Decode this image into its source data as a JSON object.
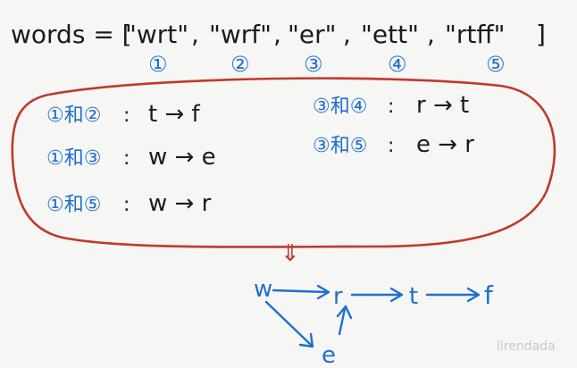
{
  "code_line": {
    "lhs": "words = [",
    "items": [
      "\"wrt\"",
      "\"wrf\"",
      "\"er\"",
      "\"ett\"",
      "\"rtff\""
    ],
    "comma": ",",
    "rhs": "]"
  },
  "item_indices": [
    "①",
    "②",
    "③",
    "④",
    "⑤"
  ],
  "pairs": [
    {
      "label": "①和②",
      "sep": ":",
      "relation": "t → f"
    },
    {
      "label": "①和③",
      "sep": ":",
      "relation": "w → e"
    },
    {
      "label": "①和⑤",
      "sep": ":",
      "relation": "w → r"
    },
    {
      "label": "③和④",
      "sep": ":",
      "relation": "r → t"
    },
    {
      "label": "③和⑤",
      "sep": ":",
      "relation": "e → r"
    }
  ],
  "implies_symbol": "⇓",
  "graph_nodes": [
    "w",
    "r",
    "t",
    "f",
    "e"
  ],
  "watermark": "lirendada",
  "colors": {
    "ink": "#1b1b1b",
    "blue": "#1f6fd0",
    "red": "#c0392b"
  }
}
